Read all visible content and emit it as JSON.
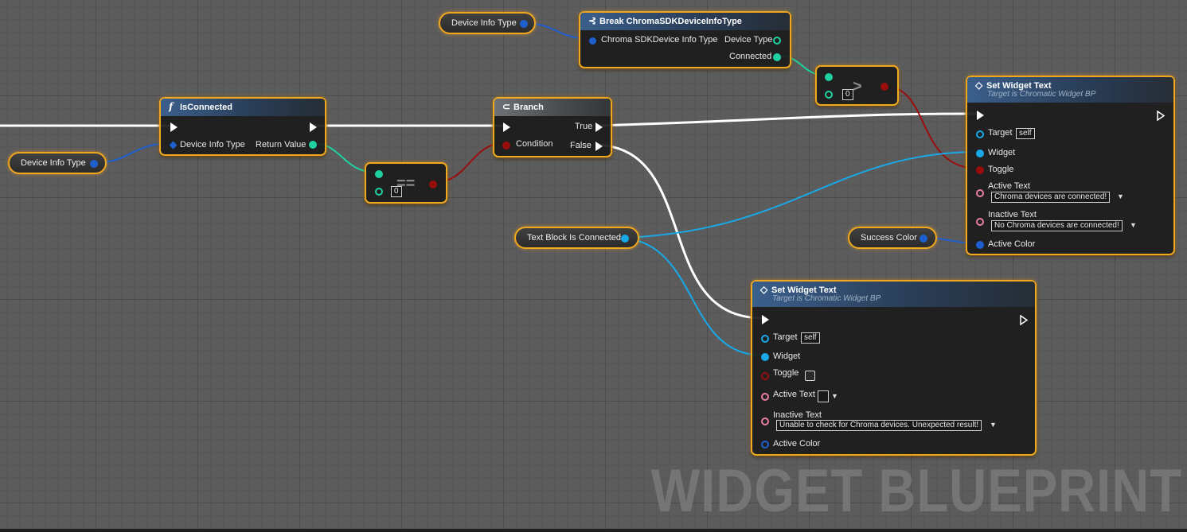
{
  "watermark": "WIDGET BLUEPRINT",
  "variables": {
    "device_info_type_top": "Device Info Type",
    "device_info_type_left": "Device Info Type",
    "text_block_is_connected": "Text Block Is Connected",
    "success_color": "Success Color"
  },
  "break_node": {
    "title": "Break ChromaSDKDeviceInfoType",
    "input": "Chroma SDKDevice Info Type",
    "out_device_type": "Device Type",
    "out_connected": "Connected"
  },
  "greater_node": {
    "symbol": ">",
    "default_value": "0"
  },
  "isconnected_node": {
    "icon": "f",
    "title": "IsConnected",
    "input": "Device Info Type",
    "output": "Return Value"
  },
  "equals_node": {
    "symbol": "==",
    "default_value": "0"
  },
  "branch_node": {
    "title": "Branch",
    "condition": "Condition",
    "true_label": "True",
    "false_label": "False"
  },
  "set_text_top": {
    "title": "Set Widget Text",
    "subtitle": "Target is Chromatic Widget BP",
    "target": "Target",
    "target_value": "self",
    "widget": "Widget",
    "toggle": "Toggle",
    "active_text": "Active Text",
    "active_text_value": "Chroma devices are connected!",
    "inactive_text": "Inactive Text",
    "inactive_text_value": "No Chroma devices are connected!",
    "active_color": "Active Color"
  },
  "set_text_bottom": {
    "title": "Set Widget Text",
    "subtitle": "Target is Chromatic Widget BP",
    "target": "Target",
    "target_value": "self",
    "widget": "Widget",
    "toggle": "Toggle",
    "active_text": "Active Text",
    "inactive_text": "Inactive Text",
    "inactive_text_value": "Unable to check for Chroma devices. Unexpected result!",
    "active_color": "Active Color"
  },
  "colors": {
    "exec_wire": "#ffffff",
    "struct_pin": "#1e5fd0",
    "bool_pin": "#9a0d0d",
    "int_pin": "#1fd0a0",
    "object_pin": "#19a8e8",
    "text_pin": "#e87fa0",
    "node_border": "#f0a81e"
  },
  "icons": {
    "function": "function-icon",
    "branch": "branch-icon",
    "break": "break-struct-icon",
    "set_widget": "set-function-icon"
  }
}
